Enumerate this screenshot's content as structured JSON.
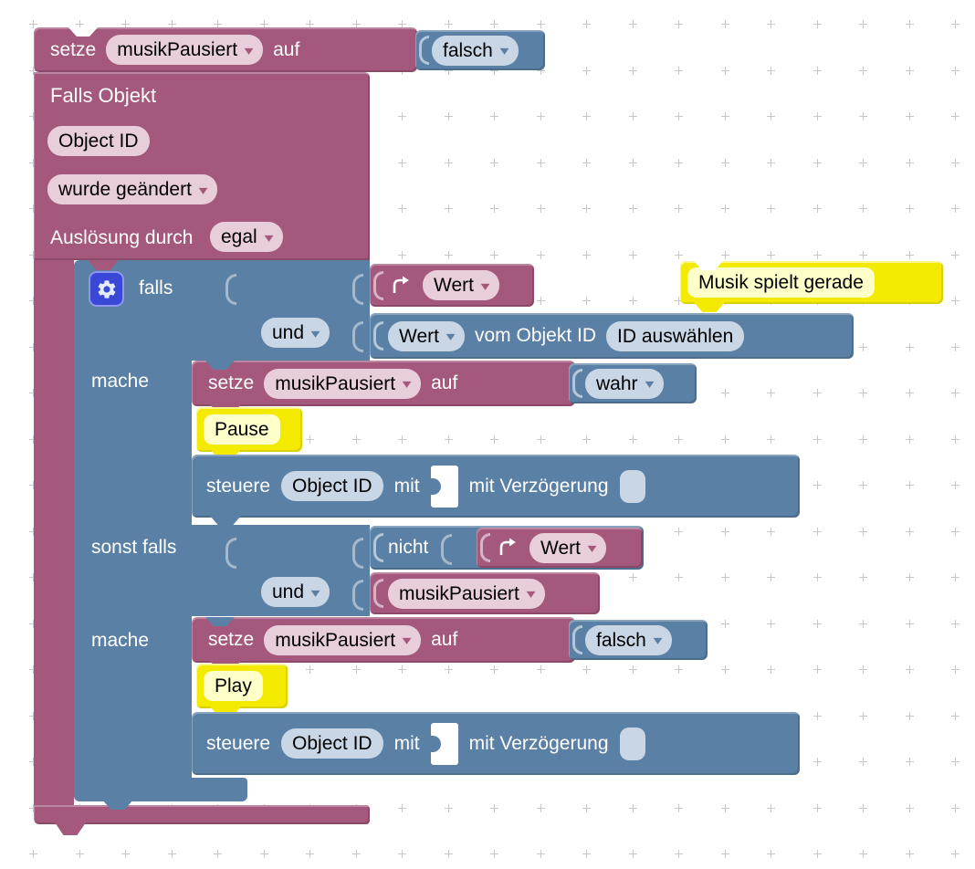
{
  "icons": {
    "dropdown": "▾"
  },
  "colors": {
    "block_purple": "#a4587c",
    "block_blue": "#5b80a5",
    "field_pink": "#e8cdda",
    "field_blue": "#c9d6e5",
    "comment_yellow": "#f3ea00",
    "comment_field": "#feffc9",
    "gear_bg": "#3a48d7",
    "canvas_bg": "#ffffff",
    "grid_cross": "#c7c7c7"
  },
  "top_set": {
    "kw_set": "setze",
    "variable": "musikPausiert",
    "kw_to": "auf",
    "value": "falsch"
  },
  "rule": {
    "title": "Falls Objekt",
    "object": "Object ID",
    "change": "wurde geändert",
    "trigger_label": "Auslösung durch",
    "trigger": "egal"
  },
  "iff": {
    "kw_if": "falls",
    "kw_then1": "mache",
    "kw_elseif": "sonst falls",
    "kw_then2": "mache",
    "cond1_and": "und",
    "ctx1_value": "Wert",
    "state1": {
      "value": "Wert",
      "label": "vom Objekt ID",
      "object": "ID auswählen"
    },
    "set1": {
      "kw_set": "setze",
      "variable": "musikPausiert",
      "kw_to": "auf",
      "value": "wahr"
    },
    "comment1": "Pause",
    "cmd1": {
      "kw": "steuere",
      "object": "Object ID",
      "kw_with": "mit",
      "kw_delay": "mit Verzögerung"
    },
    "not_label": "nicht",
    "ctx2_value": "Wert",
    "cond2_and": "und",
    "var2": "musikPausiert",
    "set2": {
      "kw_set": "setze",
      "variable": "musikPausiert",
      "kw_to": "auf",
      "value": "falsch"
    },
    "comment2": "Play",
    "cmd2": {
      "kw": "steuere",
      "object": "Object ID",
      "kw_with": "mit",
      "kw_delay": "mit Verzögerung"
    }
  },
  "floating_comment": "Musik spielt gerade"
}
